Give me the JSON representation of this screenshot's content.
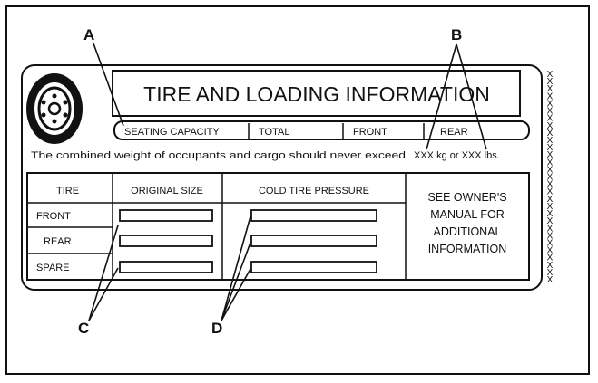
{
  "callouts": {
    "a": "A",
    "b": "B",
    "c": "C",
    "d": "D"
  },
  "label": {
    "title": "TIRE AND LOADING INFORMATION",
    "seating": {
      "capacity": "SEATING CAPACITY",
      "total": "TOTAL",
      "front": "FRONT",
      "rear": "REAR"
    },
    "weight_notice": "The combined weight of occupants and cargo should never exceed",
    "weight_value": "XXX kg or XXX lbs.",
    "table": {
      "headers": {
        "tire": "TIRE",
        "original_size": "ORIGINAL SIZE",
        "cold_pressure": "COLD TIRE PRESSURE"
      },
      "rows": [
        "FRONT",
        "REAR",
        "SPARE"
      ],
      "note_lines": [
        "SEE OWNER'S",
        "MANUAL FOR",
        "ADDITIONAL",
        "INFORMATION"
      ]
    },
    "edge_marks": [
      "X",
      "X",
      "X",
      "X",
      "X",
      "X",
      "X",
      "X",
      "X",
      "X",
      "X",
      "X",
      "X",
      "X",
      "X",
      "X",
      "X",
      "X",
      "X",
      "X",
      "X",
      "X",
      "X",
      "X",
      "X",
      "X",
      "X",
      "X",
      "X"
    ]
  },
  "colors": {
    "ink": "#111111",
    "background": "#ffffff"
  }
}
